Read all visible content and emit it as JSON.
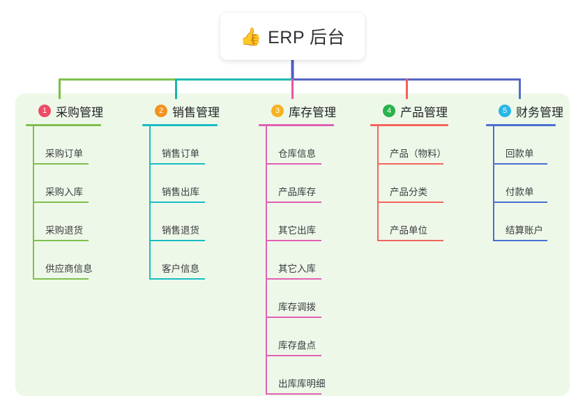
{
  "root": {
    "icon": "thumbs-up-icon",
    "emoji": "👍",
    "title": "ERP 后台"
  },
  "panel": {
    "background": "#eef8e9"
  },
  "connector_colors": {
    "stem": "#4f5fc4",
    "bar_left_green": "#79bf46",
    "bar_left_teal": "#18b7ac",
    "bar_right_blue": "#4f5fc4",
    "drop_col1": "#79bf46",
    "drop_col2": "#18b7ac",
    "drop_col3": "#e8559f",
    "drop_col4": "#f0605a",
    "drop_col5": "#4f6fc8"
  },
  "columns": [
    {
      "number": "1",
      "title": "采购管理",
      "badge_color": "#ec4d66",
      "line_color": "#7fbf4d",
      "items": [
        {
          "label": "采购订单"
        },
        {
          "label": "采购入库"
        },
        {
          "label": "采购退货"
        },
        {
          "label": "供应商信息"
        }
      ]
    },
    {
      "number": "2",
      "title": "销售管理",
      "badge_color": "#f5921e",
      "line_color": "#18bcc4",
      "items": [
        {
          "label": "销售订单"
        },
        {
          "label": "销售出库"
        },
        {
          "label": "销售退货"
        },
        {
          "label": "客户信息"
        }
      ]
    },
    {
      "number": "3",
      "title": "库存管理",
      "badge_color": "#f5b324",
      "line_color": "#e060b4",
      "items": [
        {
          "label": "仓库信息"
        },
        {
          "label": "产品库存"
        },
        {
          "label": "其它出库"
        },
        {
          "label": "其它入库"
        },
        {
          "label": "库存调拨"
        },
        {
          "label": "库存盘点"
        },
        {
          "label": "出库库明细"
        }
      ]
    },
    {
      "number": "4",
      "title": "产品管理",
      "badge_color": "#2bb24c",
      "line_color": "#f4645c",
      "items": [
        {
          "label": "产品（物料）"
        },
        {
          "label": "产品分类"
        },
        {
          "label": "产品单位"
        }
      ]
    },
    {
      "number": "5",
      "title": "财务管理",
      "badge_color": "#29b6e8",
      "line_color": "#4a6fd0",
      "items": [
        {
          "label": "回款单"
        },
        {
          "label": "付款单"
        },
        {
          "label": "结算账户"
        }
      ]
    }
  ]
}
